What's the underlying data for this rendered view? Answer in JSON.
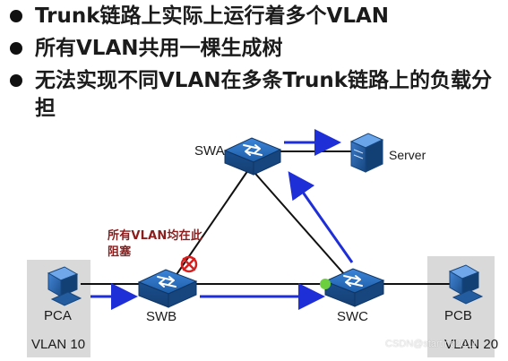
{
  "bullets": [
    "Trunk链路上实际上运行着多个VLAN",
    "所有VLAN共用一棵生成树",
    "无法实现不同VLAN在多条Trunk链路上的负载分担"
  ],
  "diagram": {
    "nodes": {
      "swa": "SWA",
      "swb": "SWB",
      "swc": "SWC",
      "server": "Server",
      "pca": "PCA",
      "pcb": "PCB"
    },
    "vlan_labels": {
      "left": "VLAN 10",
      "right": "VLAN 20"
    },
    "annotation": "所有VLAN均在此阻塞",
    "watermark": "CSDN@starting2011",
    "icon_names": {
      "switch": "switch-icon",
      "server": "server-icon",
      "computer": "computer-icon",
      "blocked": "blocked-port-icon",
      "active": "forwarding-port-icon"
    },
    "colors": {
      "switch": "#1f5fa8",
      "switch_dark": "#174a87",
      "link": "#111111",
      "arrow": "#1f2fd7",
      "panel": "#d9d9d9",
      "blocked": "#d61f1f",
      "active": "#6ccf3e",
      "annotation": "#8b1d1d"
    }
  }
}
